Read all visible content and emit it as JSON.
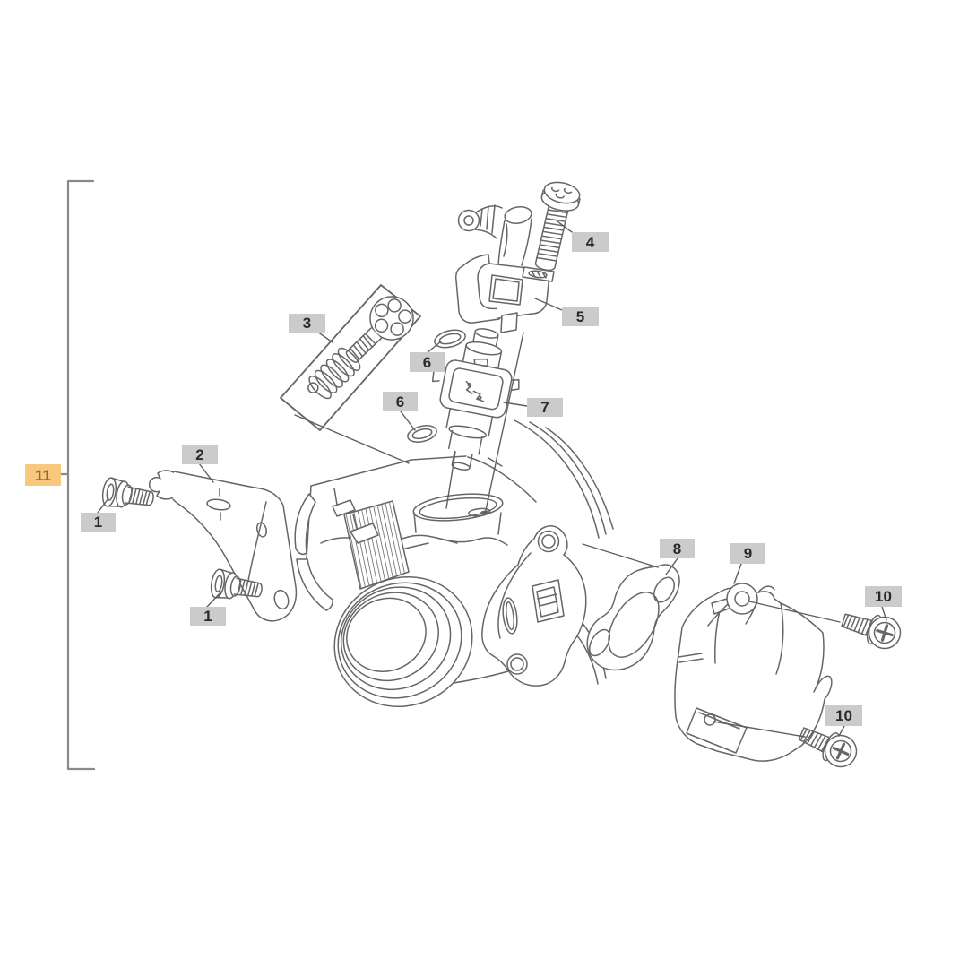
{
  "diagram": {
    "type": "exploded-parts-diagram",
    "callouts": [
      {
        "text": "1"
      },
      {
        "text": "1"
      },
      {
        "text": "2"
      },
      {
        "text": "3"
      },
      {
        "text": "4"
      },
      {
        "text": "5"
      },
      {
        "text": "6"
      },
      {
        "text": "6"
      },
      {
        "text": "7"
      },
      {
        "text": "8"
      },
      {
        "text": "9"
      },
      {
        "text": "10"
      },
      {
        "text": "10"
      },
      {
        "text": "11",
        "highlighted": true
      }
    ],
    "colors": {
      "background": "#ffffff",
      "line_art": "#666666",
      "leader_line": "#5f5f5f",
      "callout_background": "#cbcbcb",
      "callout_text": "#2a2a2a",
      "highlight_background": "#f8c87e",
      "highlight_text": "#8a6d3a",
      "group_bracket": "#888888"
    }
  }
}
